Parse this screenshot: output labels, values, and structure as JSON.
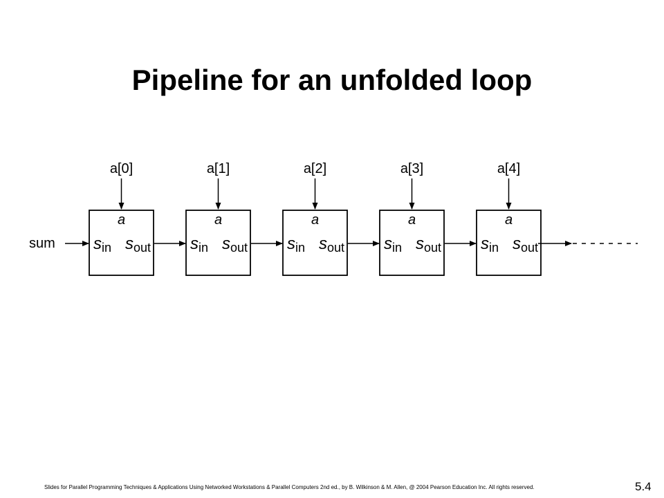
{
  "slide": {
    "title": "Pipeline for an unfolded loop",
    "footer": "Slides for Parallel Programming Techniques & Applications Using Networked Workstations & Parallel Computers 2nd ed., by B. Wilkinson & M. Allen, @ 2004 Pearson Education Inc. All rights reserved.",
    "slide_number": "5.4"
  },
  "diagram": {
    "input_label": "sum",
    "stages": [
      {
        "input": "a[0]",
        "inner": "a",
        "in_base": "s",
        "in_sub": "in",
        "out_base": "s",
        "out_sub": "out"
      },
      {
        "input": "a[1]",
        "inner": "a",
        "in_base": "s",
        "in_sub": "in",
        "out_base": "s",
        "out_sub": "out"
      },
      {
        "input": "a[2]",
        "inner": "a",
        "in_base": "s",
        "in_sub": "in",
        "out_base": "s",
        "out_sub": "out"
      },
      {
        "input": "a[3]",
        "inner": "a",
        "in_base": "s",
        "in_sub": "in",
        "out_base": "s",
        "out_sub": "out"
      },
      {
        "input": "a[4]",
        "inner": "a",
        "in_base": "s",
        "in_sub": "in",
        "out_base": "s",
        "out_sub": "out"
      }
    ]
  }
}
